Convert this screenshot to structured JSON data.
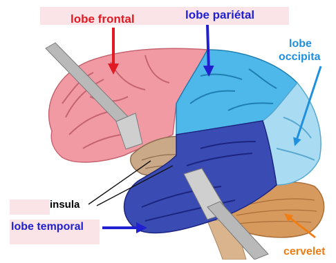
{
  "labels": {
    "frontal": "lobe frontal",
    "parietal": "lobe pariétal",
    "occipital_line1": "lobe",
    "occipital_line2": "occipita",
    "insula": "insula",
    "temporal": "lobe temporal",
    "cervelet": "cervelet"
  },
  "colors": {
    "frontal_label": "#e01b24",
    "parietal_label": "#2020d0",
    "occipital_label": "#1f8fe0",
    "insula_label": "#000000",
    "temporal_label": "#2020d0",
    "cervelet_label": "#f07d12",
    "frontal_lobe": "#f29aa4",
    "parietal_lobe": "#4fb8ea",
    "occipital_lobe": "#a9dcf2",
    "temporal_lobe": "#3a4cb4",
    "insula_region": "#c9a988",
    "cerebellum": "#d79a5e",
    "probe": "#b9b9b9"
  }
}
